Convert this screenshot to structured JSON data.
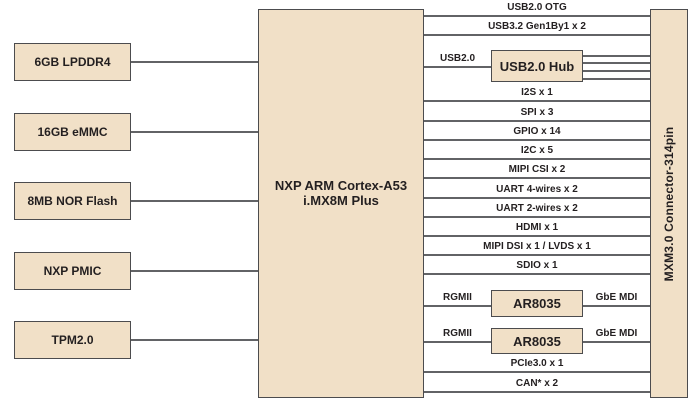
{
  "colors": {
    "box_fill": "#f1e0c7",
    "box_border": "#4c4c4e",
    "wire": "#626366",
    "text": "#231f20",
    "background": "#ffffff"
  },
  "cpu": {
    "line1": "NXP ARM Cortex-A53",
    "line2": "i.MX8M Plus"
  },
  "connector": {
    "label": "MXM3.0 Connector-314pin"
  },
  "left_boxes": [
    {
      "label": "6GB LPDDR4"
    },
    {
      "label": "16GB eMMC"
    },
    {
      "label": "8MB NOR Flash"
    },
    {
      "label": "NXP PMIC"
    },
    {
      "label": "TPM2.0"
    }
  ],
  "chips": {
    "usb_hub": {
      "label": "USB2.0 Hub"
    },
    "eth_phy_1": {
      "label": "AR8035"
    },
    "eth_phy_2": {
      "label": "AR8035"
    }
  },
  "buses": {
    "usb2_otg": "USB2.0 OTG",
    "usb3": "USB3.2 Gen1By1 x 2",
    "usb2": "USB2.0",
    "i2s": "I2S x 1",
    "spi": "SPI x 3",
    "gpio": "GPIO x 14",
    "i2c": "I2C x 5",
    "mipi_csi": "MIPI CSI x 2",
    "uart4": "UART 4-wires x 2",
    "uart2": "UART 2-wires x 2",
    "hdmi": "HDMI x 1",
    "mipi_dsi_lvds": "MIPI DSI x 1 / LVDS x 1",
    "sdio": "SDIO x 1",
    "rgmii_1": "RGMII",
    "gbe_mdi_1": "GbE MDI",
    "rgmii_2": "RGMII",
    "gbe_mdi_2": "GbE MDI",
    "pcie": "PCIe3.0 x 1",
    "can": "CAN* x 2"
  }
}
